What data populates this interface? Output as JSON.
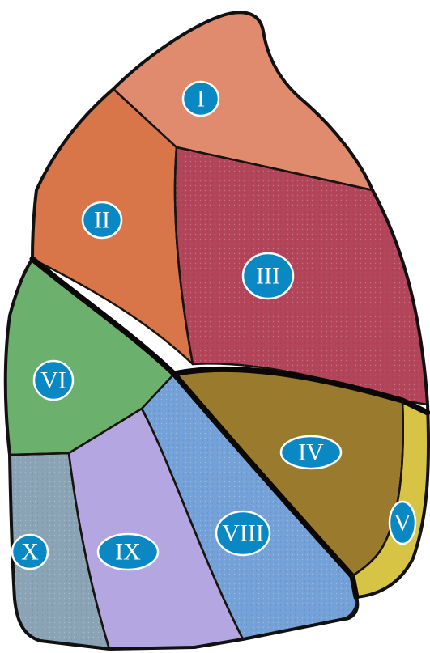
{
  "segments": [
    {
      "id": "I",
      "label": "I",
      "color": "#e08a6e"
    },
    {
      "id": "II",
      "label": "II",
      "color": "#d8764a"
    },
    {
      "id": "III",
      "label": "III",
      "color": "#b2455a"
    },
    {
      "id": "IV",
      "label": "IV",
      "color": "#9a7a2c"
    },
    {
      "id": "V",
      "label": "V",
      "color": "#d8c444"
    },
    {
      "id": "VI",
      "label": "VI",
      "color": "#6cb06e"
    },
    {
      "id": "VIII",
      "label": "VIII",
      "color": "#74a2d8"
    },
    {
      "id": "IX",
      "label": "IX",
      "color": "#b4a6e0"
    },
    {
      "id": "X",
      "label": "X",
      "color": "#8aa4b6"
    }
  ],
  "badge_color": "#0a88c4"
}
